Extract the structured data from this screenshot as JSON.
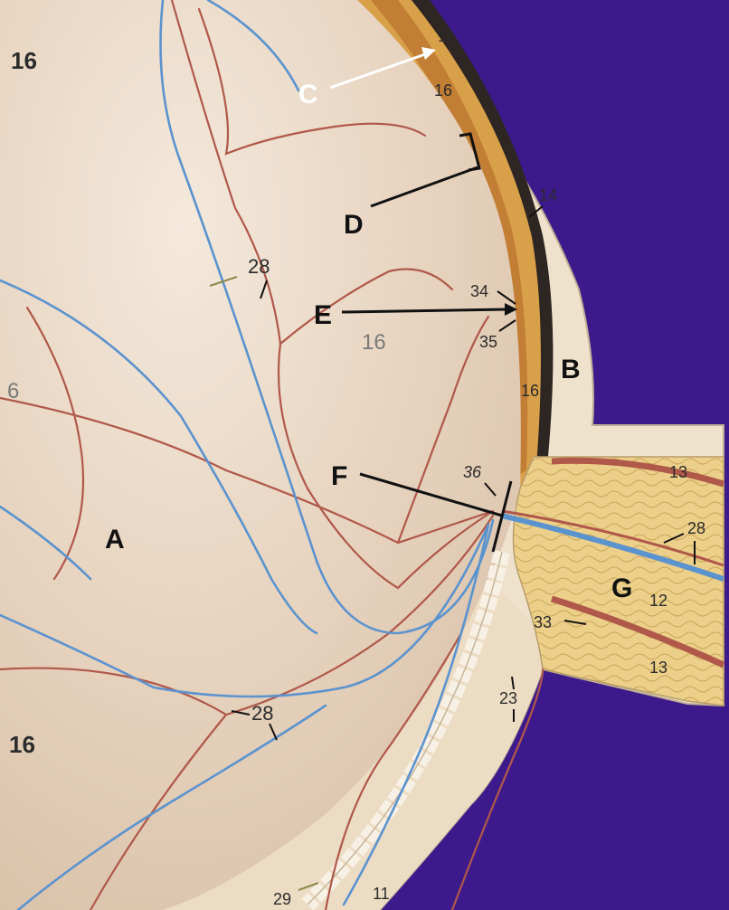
{
  "letters": {
    "a": "A",
    "b": "B",
    "c": "C",
    "d": "D",
    "e": "E",
    "f": "F",
    "g": "G"
  },
  "numbers": {
    "n16_top_left": "16",
    "n11_top": "11",
    "n16_upper": "16",
    "n14": "14",
    "n28_upper": "28",
    "n34": "34",
    "n16_center": "16",
    "n35": "35",
    "n16_wall": "16",
    "n6": "6",
    "n36": "36",
    "n13_upper": "13",
    "n28_nerve": "28",
    "n12": "12",
    "n33": "33",
    "n13_lower": "13",
    "n23": "23",
    "n28_lower": "28",
    "n16_bottom_left": "16",
    "n29": "29",
    "n11_bottom": "11"
  },
  "colors": {
    "backdrop_purple": "#3d1a8c",
    "fundus": "#e8d6c2",
    "sclera": "#efe2cd",
    "choroid_orange": "#d9a04a",
    "pigment_dark": "#2e2622",
    "artery_red": "#b0584a",
    "vein_blue": "#5b93cf",
    "nerve_fibers": "#e6c67c"
  }
}
